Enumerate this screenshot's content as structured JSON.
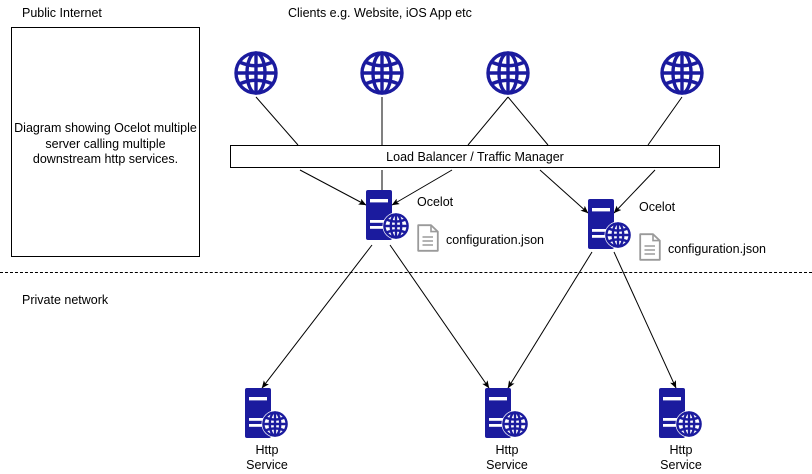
{
  "diagram": {
    "title_note": "Diagram showing Ocelot multiple server calling multiple downstream http services.",
    "zones": {
      "public_label": "Public Internet",
      "private_label": "Private network"
    },
    "clients_label": "Clients e.g. Website, iOS App etc",
    "load_balancer_label": "Load Balancer / Traffic Manager",
    "colors": {
      "node_navy": "#1b1b9e",
      "line_black": "#000000",
      "doc_gray": "#9a9a9a",
      "background": "#ffffff"
    },
    "clients": [
      {
        "name": "client-globe-1",
        "icon": "globe-icon"
      },
      {
        "name": "client-globe-2",
        "icon": "globe-icon"
      },
      {
        "name": "client-globe-3",
        "icon": "globe-icon"
      },
      {
        "name": "client-globe-4",
        "icon": "globe-icon"
      }
    ],
    "ocelot_nodes": [
      {
        "label": "Ocelot",
        "config_label": "configuration.json",
        "icon": "server-globe-icon",
        "config_icon": "document-icon"
      },
      {
        "label": "Ocelot",
        "config_label": "configuration.json",
        "icon": "server-globe-icon",
        "config_icon": "document-icon"
      }
    ],
    "http_services": [
      {
        "line1": "Http",
        "line2": "Service",
        "icon": "server-globe-icon"
      },
      {
        "line1": "Http",
        "line2": "Service",
        "icon": "server-globe-icon"
      },
      {
        "line1": "Http",
        "line2": "Service",
        "icon": "server-globe-icon"
      }
    ]
  }
}
